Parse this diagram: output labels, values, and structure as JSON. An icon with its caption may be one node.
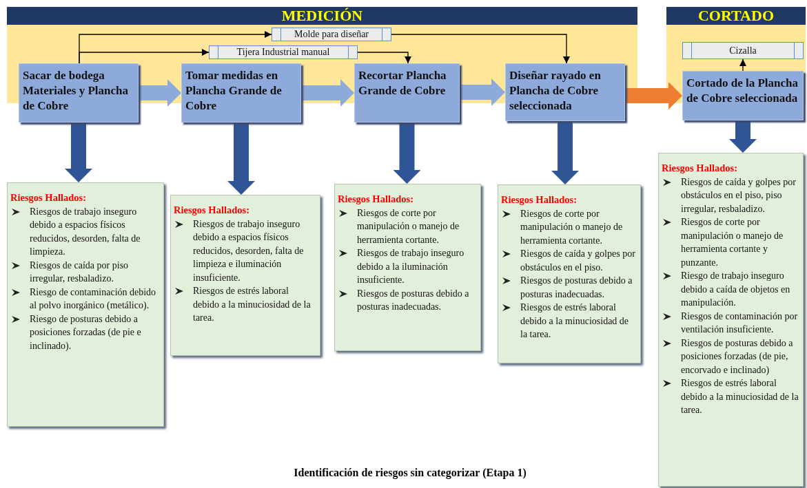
{
  "diagram": {
    "caption": "Identificación de riesgos sin categorizar (Etapa 1)",
    "nodes": [
      {
        "text": [
          "MEDICIÓN"
        ]
      },
      {
        "text": [
          "CORTADO"
        ]
      },
      {
        "text": [
          "Molde para diseñar"
        ],
        "in": 0
      },
      {
        "text": [
          "Tijera Industrial manual"
        ],
        "in": 0
      },
      {
        "text": [
          "Sacar de bodega Materiales y Plancha de Cobre"
        ],
        "in": 0
      },
      {
        "text": [
          "Tomar medidas en Plancha Grande de Cobre"
        ],
        "in": 0
      },
      {
        "text": [
          "Recortar Plancha Grande de Cobre"
        ],
        "in": 0
      },
      {
        "text": [
          "Diseñar rayado en Plancha de Cobre seleccionada"
        ],
        "in": 0
      },
      {
        "text": [
          "Cizalla"
        ],
        "in": 1
      },
      {
        "text": [
          "Cortado de la Plancha de Cobre seleccionada"
        ],
        "in": 1
      },
      {
        "text": [
          "Riesgos Hallados:",
          "Riesgos de trabajo inseguro debido a espacios físicos reducidos, desorden, falta de limpieza.",
          "Riesgos de caída por piso irregular, resbaladizo.",
          "Riesgo de contaminación debido al polvo inorgánico (metálico).",
          "Riesgo de posturas debido a posiciones forzadas (de pie e inclinado)."
        ]
      },
      {
        "text": [
          "Riesgos Hallados:",
          "Riesgos de trabajo inseguro debido a espacios físicos reducidos, desorden, falta de limpieza e iluminación insuficiente.",
          "Riesgos de estrés laboral debido a la minuciosidad de la tarea."
        ]
      },
      {
        "text": [
          "Riesgos Hallados:",
          "Riesgos de corte por manipulación o manejo de herramienta cortante.",
          "Riesgos de trabajo inseguro debido a la iluminación insuficiente.",
          "Riesgos de posturas debido a posturas inadecuadas."
        ]
      },
      {
        "text": [
          "Riesgos Hallados:",
          "Riesgos de corte por manipulación o manejo de herramienta cortante.",
          "Riesgos de caída y golpes por obstáculos en el piso.",
          "Riesgos de posturas debido a posturas inadecuadas.",
          "Riesgos de estrés laboral debido a la minuciosidad de la tarea."
        ]
      },
      {
        "text": [
          "Riesgos Hallados:",
          "Riesgos de caída y golpes por obstáculos en el piso, piso irregular, resbaladizo.",
          "Riesgos de corte por manipulación o manejo de herramienta cortante y punzante.",
          "Riesgo de trabajo inseguro debido a caída de objetos en manipulación.",
          "Riesgos de contaminación por ventilación insuficiente.",
          "Riesgos de posturas debido a posiciones forzadas (de pie, encorvado e inclinado)",
          "Riesgos de estrés laboral debido a la minuciosidad de la tarea."
        ]
      }
    ],
    "edges": [
      {
        "from": 4,
        "to": 2,
        "arrow": "to"
      },
      {
        "from": 4,
        "to": 3,
        "arrow": "to"
      },
      {
        "from": 3,
        "to": 6,
        "arrow": "to"
      },
      {
        "from": 2,
        "to": 7,
        "arrow": "to"
      },
      {
        "from": 9,
        "to": 8,
        "arrow": "to"
      },
      {
        "from": 4,
        "to": 5,
        "arrow": "to",
        "color": "#8eaadb"
      },
      {
        "from": 5,
        "to": 6,
        "arrow": "to",
        "color": "#8eaadb"
      },
      {
        "from": 6,
        "to": 7,
        "arrow": "to",
        "color": "#8eaadb"
      },
      {
        "from": 7,
        "to": 9,
        "arrow": "to",
        "color": "#ed7d31"
      },
      {
        "from": 4,
        "to": 10,
        "arrow": "to",
        "color": "#2f5597"
      },
      {
        "from": 5,
        "to": 11,
        "arrow": "to",
        "color": "#2f5597"
      },
      {
        "from": 6,
        "to": 12,
        "arrow": "to",
        "color": "#2f5597"
      },
      {
        "from": 7,
        "to": 13,
        "arrow": "to",
        "color": "#2f5597"
      },
      {
        "from": 9,
        "to": 14,
        "arrow": "to",
        "color": "#2f5597"
      }
    ]
  }
}
